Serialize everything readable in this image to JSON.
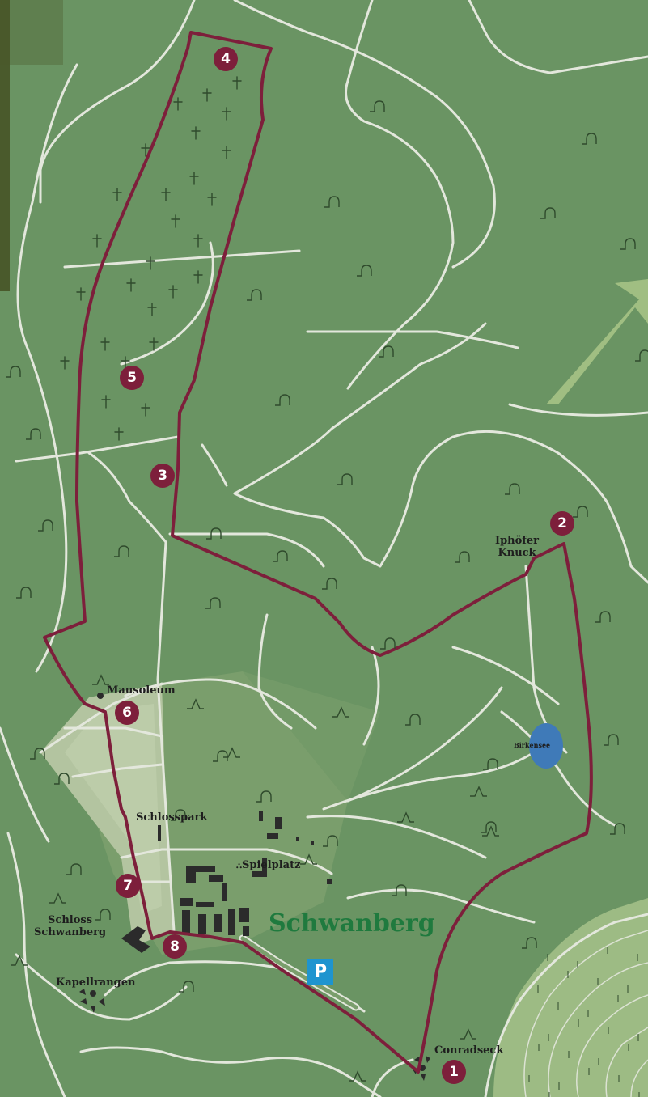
{
  "colors": {
    "forest": "#6a9463",
    "open_land": "#7a9e6c",
    "park": "#b3c4a0",
    "park_inner": "#c5d3b2",
    "vineyard": "#9dbb84",
    "road": "#e3e7dc",
    "route": "#7d1f3b",
    "marker": "#7d1f3b",
    "lake": "#3f7ab8",
    "town_label": "#1f7a3e",
    "parking": "#1e94cf",
    "building": "#2b2b2b",
    "arrow": "#a9c587",
    "tree_symbol": "#2f4a2c",
    "photo": "#4a5a2c"
  },
  "route_markers": [
    {
      "num": "1"
    },
    {
      "num": "2"
    },
    {
      "num": "3"
    },
    {
      "num": "4"
    },
    {
      "num": "5"
    },
    {
      "num": "6"
    },
    {
      "num": "7"
    },
    {
      "num": "8"
    }
  ],
  "labels": {
    "iphoefer_knuck_1": "Iphöfer",
    "iphoefer_knuck_2": "Knuck",
    "mausoleum": "Mausoleum",
    "schlosspark": "Schlosspark",
    "spielplatz": "Spielplatz",
    "schloss_1": "Schloss",
    "schloss_2": "Schwanberg",
    "kapellrangen": "Kapellrangen",
    "conradseck": "Conradseck",
    "birkensee": "Birkensee",
    "town": "Schwanberg",
    "parking": "P"
  },
  "icons": [
    "cemetery-cross-icon",
    "deciduous-tree-icon",
    "conifer-tree-icon",
    "viewpoint-icon",
    "parking-icon"
  ]
}
